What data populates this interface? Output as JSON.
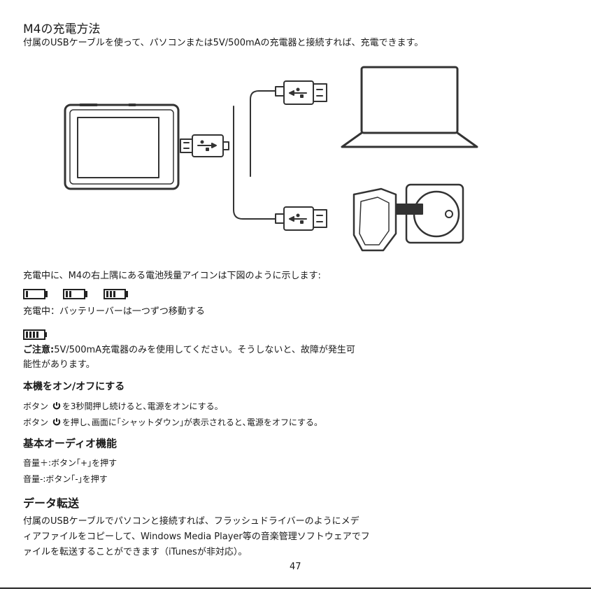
{
  "sections": {
    "charging": {
      "title": "M4の充電方法",
      "body": "付属のUSBケーブルを使って、パソコンまたは5V/500mAの充電器と接続すれば、充電できます。"
    },
    "battery_info": {
      "intro": "充電中に、M4の右上隅にある電池残量アイコンは下図のように示します:",
      "charging_note": "充電中：バッテリーバーは一つずつ移動する",
      "caution_label": "ご注意:",
      "caution_line1": "5V/500mA充電器のみを使用してください。そうしないと、故障が発生可",
      "caution_line2": "能性があります。",
      "charging_levels": [
        1,
        2,
        3
      ],
      "full_level": 4
    },
    "power": {
      "title": "本機をオン/オフにする",
      "line1_pre": "ボタン",
      "line1_post": "を3秒間押し続けると､電源をオンにする。",
      "line2_pre": "ボタン",
      "line2_post": "を押し､画面に｢シャットダウン｣が表示されると､電源をオフにする。",
      "icon": "power-icon"
    },
    "audio": {
      "title": "基本オーディオ機能",
      "vol_up": "音量＋:ボタン｢+｣を押す",
      "vol_down": "音量-:ボタン｢-｣を押す"
    },
    "transfer": {
      "title": "データ転送",
      "line1": "付属のUSBケーブルでパソコンと接続すれば、フラッシュドライバーのようにメデ",
      "line2": "ィアファイルをコピーして、Windows Media Player等の音楽管理ソフトウェアでフ",
      "line3": "ァイルを転送することができます（iTunesが非対応）。"
    }
  },
  "illustration": {
    "icons": [
      "mp3-player-icon",
      "usb-plug-icon",
      "laptop-icon",
      "wall-charger-icon"
    ]
  },
  "page_number": "47",
  "colors": {
    "text": "#1a1a1a",
    "line": "#333333"
  }
}
